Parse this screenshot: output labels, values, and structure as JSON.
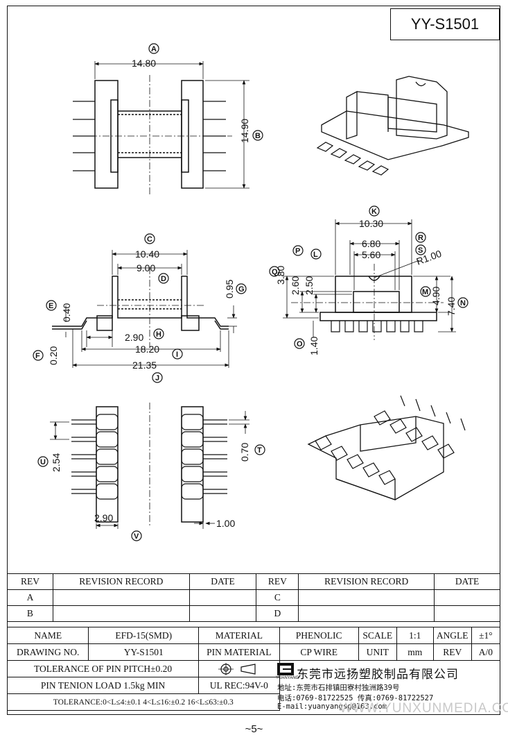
{
  "drawing_title": "YY-S1501",
  "page_number": "~5~",
  "dimensions": {
    "a": "14.80",
    "b": "14.90",
    "c": "10.40",
    "d": "9.00",
    "e": "0.40",
    "f": "0.20",
    "g": "0.95",
    "h": "2.90",
    "i": "18.20",
    "j": "21.35",
    "k": "10.30",
    "l": "2.50",
    "m": "4.90",
    "n": "7.40",
    "o": "1.40",
    "p": "2.60",
    "q": "3.80",
    "r": "R1.00",
    "s1": "6.80",
    "s2": "5.60",
    "t": "0.70",
    "u": "2.54",
    "v": "2.90",
    "w": "1.00"
  },
  "callouts": {
    "a": "A",
    "b": "B",
    "c": "C",
    "d": "D",
    "e": "E",
    "f": "F",
    "g": "G",
    "h": "H",
    "i": "I",
    "j": "J",
    "k": "K",
    "l": "L",
    "m": "M",
    "n": "N",
    "o": "O",
    "p": "P",
    "q": "Q",
    "r": "R",
    "s": "S",
    "t": "T",
    "u": "U",
    "v": "V"
  },
  "revision_table": {
    "headers": [
      "REV",
      "REVISION RECORD",
      "DATE",
      "REV",
      "REVISION RECORD",
      "DATE"
    ],
    "rows": [
      [
        "A",
        "",
        "",
        "C",
        "",
        ""
      ],
      [
        "B",
        "",
        "",
        "D",
        "",
        ""
      ]
    ]
  },
  "info": {
    "name_label": "NAME",
    "name_value": "EFD-15(SMD)",
    "material_label": "MATERIAL",
    "material_value": "PHENOLIC",
    "scale_label": "SCALE",
    "scale_value": "1:1",
    "angle_label": "ANGLE",
    "angle_value": "±1°",
    "drawing_no_label": "DRAWING NO.",
    "drawing_no_value": "YY-S1501",
    "pin_material_label": "PIN MATERIAL",
    "pin_material_value": "CP WIRE",
    "unit_label": "UNIT",
    "unit_value": "mm",
    "rev_label": "REV",
    "rev_value": "A/0",
    "tolerance_pitch": "TOLERANCE OF PIN PITCH±0.20",
    "pin_tension": "PIN TENION LOAD 1.5kg MIN",
    "ul_rec": "UL REC:94V-0",
    "tolerance_general": "TOLERANCE:0<L≤4:±0.1  4<L≤16:±0.2  16<L≤63:±0.3"
  },
  "company": {
    "brand": "YUANYANG",
    "name": "东莞市远扬塑胶制品有限公司",
    "address": "地址:东莞市石排镇田寮村独洲路39号",
    "phone": "电话:0769-81722525   传真:0769-81722527",
    "email": "E-mail:yuanyangsg@163.com"
  },
  "watermark": "WWW.YUNXUNMEDIA.COM"
}
